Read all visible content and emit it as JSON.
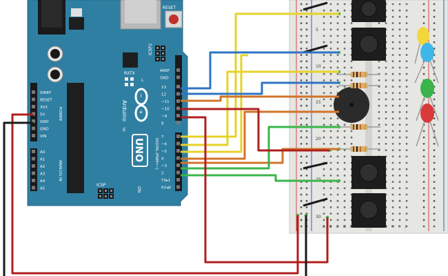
{
  "board": {
    "name": "Arduino",
    "model": "UNO",
    "tm": "TM",
    "reset_label": "RESET",
    "icsp2_label": "ICSP2",
    "icsp_label": "ICSP",
    "led_l": "L",
    "led_tx": "TX",
    "led_rx": "RX",
    "led_on": "ON",
    "aref": "AREF",
    "gnd": "GND",
    "digital_pins": [
      "13",
      "12",
      "~11",
      "~10",
      "~9",
      "8",
      "7",
      "~6",
      "~5",
      "4",
      "~3",
      "2",
      "TX▸1",
      "RX◂0"
    ],
    "digital_label": "DIGITAL (PWM=~)",
    "power_pins": [
      "IOREF",
      "RESET",
      "3V3",
      "5V",
      "GND",
      "GND",
      "VIN"
    ],
    "power_label": "POWER",
    "analog_pins": [
      "A0",
      "A1",
      "A2",
      "A3",
      "A4",
      "A5"
    ],
    "analog_label": "ANALOG IN"
  },
  "breadboard": {
    "row_numbers": [
      "5",
      "10",
      "15",
      "20",
      "25",
      "30"
    ],
    "column_letters": [
      "A",
      "B",
      "C",
      "D",
      "E",
      "F",
      "G",
      "H",
      "I",
      "J"
    ]
  },
  "components": {
    "buttons": 4,
    "leds": [
      "yellow",
      "blue",
      "green",
      "red"
    ],
    "resistors": 4,
    "buzzer": 1
  },
  "colors": {
    "board": "#2f7fa2",
    "board_dark": "#246a88",
    "breadboard": "#e6e6e2",
    "wire_red": "#b01e1e",
    "wire_black": "#1a1a1a",
    "wire_yellow": "#e6d32a",
    "wire_blue": "#2d74c4",
    "wire_orange": "#d1742a",
    "wire_green": "#3bb54a",
    "led_yellow": "#f2d63a",
    "led_blue": "#3fb6e8",
    "led_green": "#39b34a",
    "led_red": "#d83a3a"
  }
}
